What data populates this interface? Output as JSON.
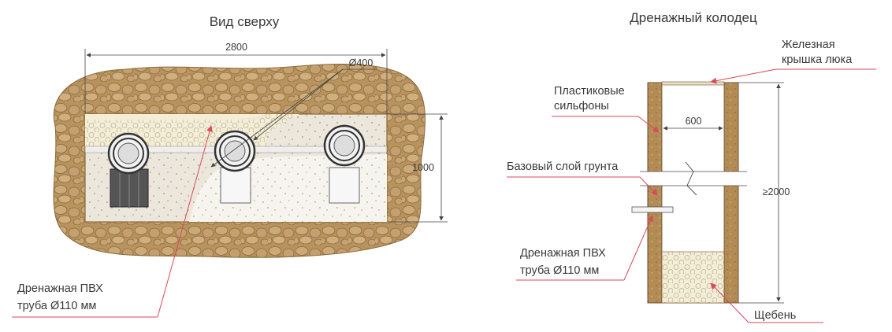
{
  "top_view": {
    "title": "Вид сверху",
    "dim_width": "2800",
    "dim_height": "1000",
    "dim_diameter": "Ø400",
    "pipe_label_line1": "Дренажная ПВХ",
    "pipe_label_line2": "труба Ø110 мм"
  },
  "well": {
    "title": "Дренажный колодец",
    "lid_label_line1": "Железная",
    "lid_label_line2": "крышка люка",
    "bellows_label_line1": "Пластиковые",
    "bellows_label_line2": "сильфоны",
    "dim_inner_width": "600",
    "base_layer_label": "Базовый слой грунта",
    "dim_depth": "≥2000",
    "pipe_label_line1": "Дренажная ПВХ",
    "pipe_label_line2": "труба Ø110 мм",
    "gravel_label": "Щебень"
  },
  "colors": {
    "soil": "#b8935e",
    "soil_stone": "#c9a874",
    "soil_outline": "#8a6a3c",
    "fill": "#ebe7dd",
    "sand": "#f5f3ec",
    "gravel": "#f3ecd2",
    "pipe_dark": "#3c3c3c",
    "leader_red": "#d94a5a",
    "dim_line": "#444444"
  }
}
